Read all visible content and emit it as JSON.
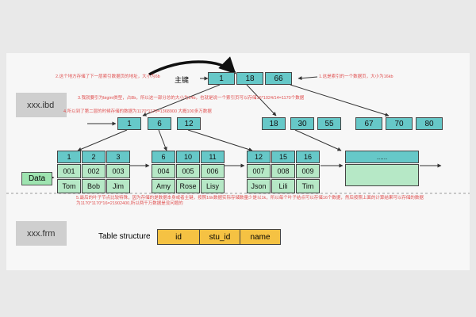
{
  "labels": {
    "ibd": "xxx.ibd",
    "frm": "xxx.frm",
    "data": "Data",
    "primary_key": "主键",
    "table_structure": "Table structure"
  },
  "root_node": [
    "1",
    "18",
    "66"
  ],
  "level2_nodes": [
    [
      "1",
      "6",
      "12"
    ],
    [
      "18",
      "30",
      "55"
    ],
    [
      "67",
      "70",
      "80"
    ]
  ],
  "leaf_pages": [
    {
      "keys": [
        "1",
        "2",
        "3"
      ],
      "ids": [
        "001",
        "002",
        "003"
      ],
      "names": [
        "Tom",
        "Bob",
        "Jim"
      ]
    },
    {
      "keys": [
        "6",
        "10",
        "11"
      ],
      "ids": [
        "004",
        "005",
        "006"
      ],
      "names": [
        "Amy",
        "Rose",
        "Lisy"
      ]
    },
    {
      "keys": [
        "12",
        "15",
        "16"
      ],
      "ids": [
        "007",
        "008",
        "009"
      ],
      "names": [
        "Json",
        "Lili",
        "Tim"
      ]
    }
  ],
  "more_page": "......",
  "columns": [
    "id",
    "stu_id",
    "name"
  ],
  "notes": {
    "n1": "2.这个地方存储了下一层索引数据页的地址，大小为6b",
    "n2": "1.这是索引的一个数据页，大小为16kb",
    "n3": "3.我就要引为bigint类型，占8b，所以这一部分总的大小为14b，也就是说一个索引页可以存储16*1024/14=1170个数据",
    "n4": "4.所以到了第二层的时候存储的数据为1170*1170=1368900 大概100多万数据",
    "n5": "5.最后的叶子节点比较特殊，因为存储的是数据本身或者主键，按照16k数据实际存储数量少是以1k，所以每个叶子结点可以存储16个数据，然后按照上面的计算结果可以存储的数据为1170*1170*16=21902400,所以两千万数据是没问题的"
  }
}
